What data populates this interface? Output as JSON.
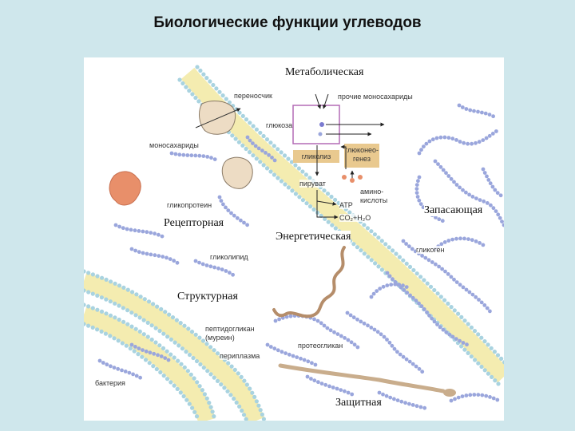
{
  "title": "Биологические функции углеводов",
  "headings": {
    "metabolic": "Метаболическая",
    "receptor": "Рецепторная",
    "energetic": "Энергетическая",
    "storage": "Запасающая",
    "structural": "Структурная",
    "protective": "Защитная"
  },
  "labels": {
    "carrier": "переносчик",
    "other_monosaccharides": "прочие моносахариды",
    "glucose": "глюкоза",
    "monosaccharides": "моносахариды",
    "glycolysis": "гликолиз",
    "gluconeogenesis_1": "глюконео-",
    "gluconeogenesis_2": "генез",
    "glycoprotein": "гликопротеин",
    "pyruvate": "пируват",
    "amino_acids_1": "амино-",
    "amino_acids_2": "кислоты",
    "atp": "АТР",
    "co2_h2o": "CO₂+H₂O",
    "glycolipid": "гликолипид",
    "glycogen": "гликоген",
    "peptidoglycan_1": "пептидогликан",
    "peptidoglycan_2": "(муреин)",
    "proteoglycan": "протеогликан",
    "periplasm": "периплазма",
    "bacterium": "бактерия"
  },
  "colors": {
    "background": "#cfe7ec",
    "membrane_yellow": "#f4ecb0",
    "membrane_beads": "#a9d3e0",
    "chain_beads": "#9aa6dc",
    "metabolic_box": "#b36bb5",
    "glycolysis_box": "#e9c98f",
    "protein": "#eddcc4",
    "blob": "#e88f6a",
    "brown": "#b58d6a"
  }
}
